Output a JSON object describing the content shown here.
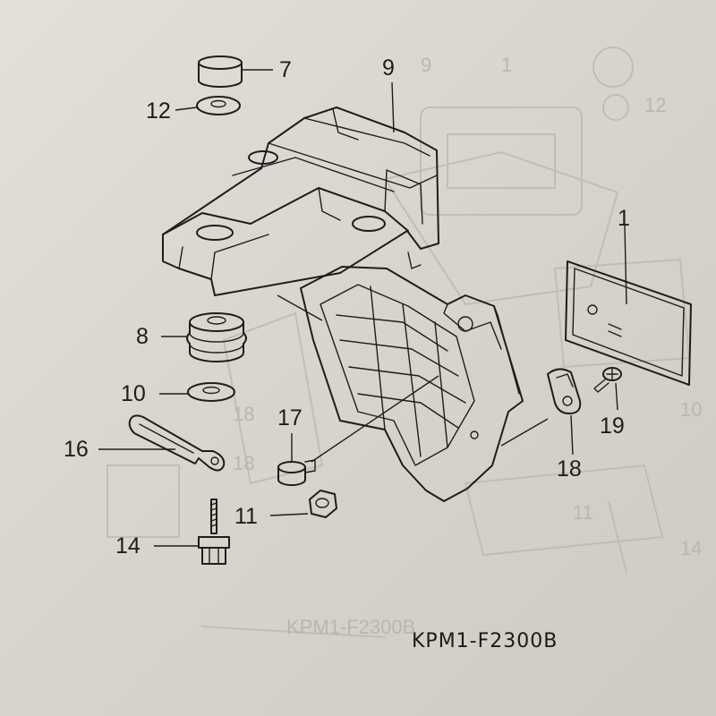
{
  "diagram": {
    "part_labels": {
      "p1": "1",
      "p7": "7",
      "p8": "8",
      "p9": "9",
      "p10": "10",
      "p11": "11",
      "p12": "12",
      "p14": "14",
      "p16": "16",
      "p17": "17",
      "p18": "18",
      "p19": "19"
    },
    "figure_code": "KPM1-F2300B",
    "colors": {
      "paper": "#dcd9d2",
      "ink": "#1d1d1d",
      "shadow_ink": "#b9b6b0"
    }
  }
}
